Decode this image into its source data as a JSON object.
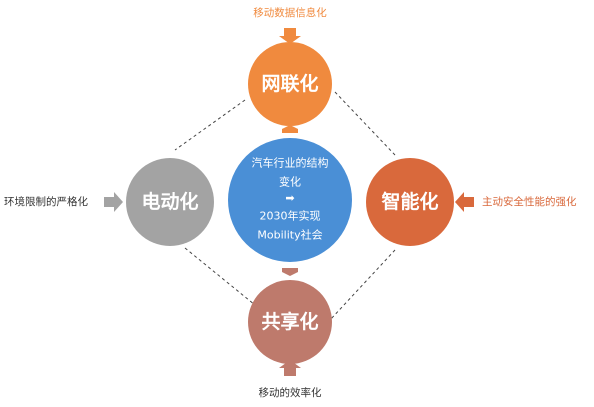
{
  "colors": {
    "top": "#f08a3e",
    "left": "#a3a3a3",
    "right": "#d9693c",
    "bottom": "#be7a6c",
    "center": "#4a8fd6",
    "dash": "#444444"
  },
  "nodes": {
    "top": {
      "label": "网联化",
      "driver": "移动数据信息化"
    },
    "left": {
      "label": "电动化",
      "driver": "环境限制的严格化"
    },
    "right": {
      "label": "智能化",
      "driver": "主动安全性能的强化"
    },
    "bottom": {
      "label": "共享化",
      "driver": "移动的效率化"
    }
  },
  "center": {
    "line1": "汽车行业的结构",
    "line2": "变化",
    "arrow": "➡",
    "line3": "2030年实现",
    "line4": "Mobility社会"
  }
}
